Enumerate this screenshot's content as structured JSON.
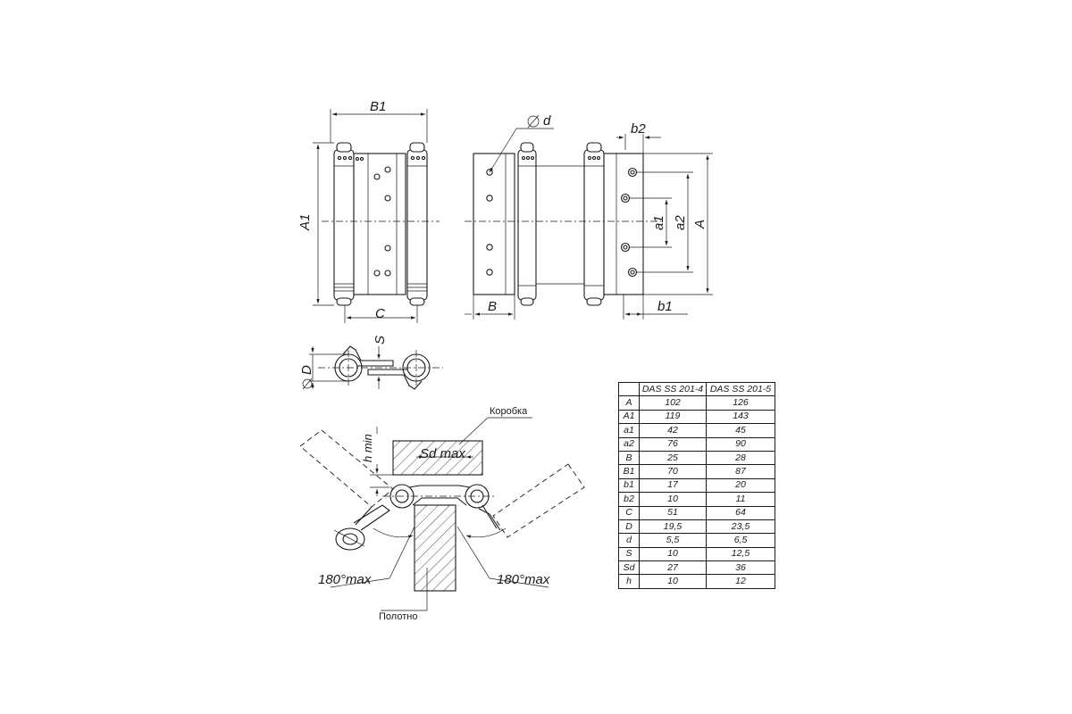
{
  "labels": {
    "B1": "B1",
    "A1": "A1",
    "C": "C",
    "d": "d",
    "b2": "b2",
    "a1": "a1",
    "a2": "a2",
    "A": "A",
    "B": "B",
    "b1": "b1",
    "S": "S",
    "D": "D",
    "h_min": "h min",
    "sd_max": "Sd max",
    "korobka": "Коробка",
    "polotno": "Полотно",
    "angle_left": "180°max",
    "angle_right": "180°max"
  },
  "table": {
    "headers": [
      "",
      "DAS SS 201-4",
      "DAS SS 201-5"
    ],
    "rows": [
      [
        "A",
        "102",
        "126"
      ],
      [
        "A1",
        "119",
        "143"
      ],
      [
        "a1",
        "42",
        "45"
      ],
      [
        "a2",
        "76",
        "90"
      ],
      [
        "B",
        "25",
        "28"
      ],
      [
        "B1",
        "70",
        "87"
      ],
      [
        "b1",
        "17",
        "20"
      ],
      [
        "b2",
        "10",
        "11"
      ],
      [
        "C",
        "51",
        "64"
      ],
      [
        "D",
        "19,5",
        "23,5"
      ],
      [
        "d",
        "5,5",
        "6,5"
      ],
      [
        "S",
        "10",
        "12,5"
      ],
      [
        "Sd",
        "27",
        "36"
      ],
      [
        "h",
        "10",
        "12"
      ]
    ]
  }
}
